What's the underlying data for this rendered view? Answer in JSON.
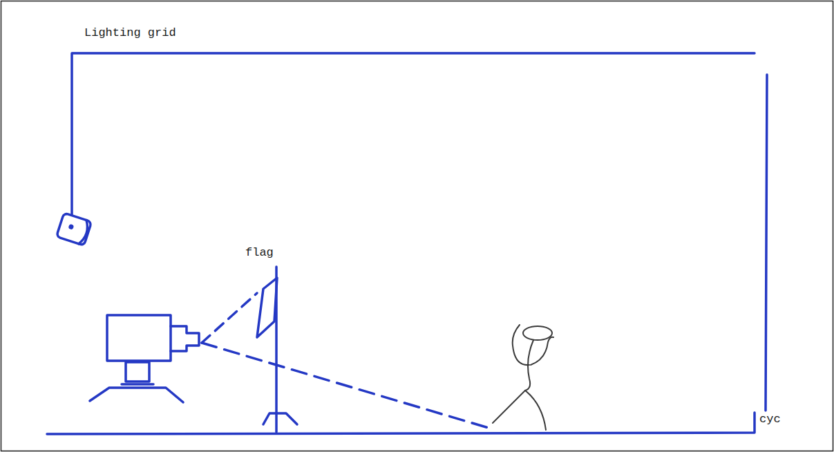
{
  "diagram": {
    "labels": [
      "Lighting grid",
      "flag",
      "cyc"
    ]
  }
}
